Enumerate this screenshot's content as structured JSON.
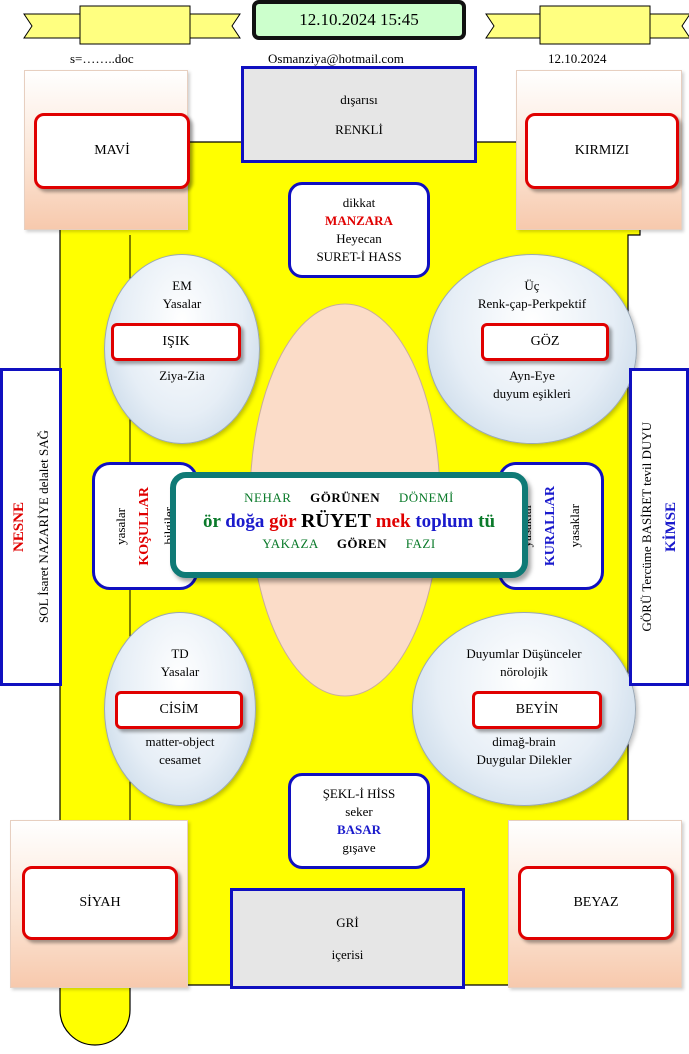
{
  "header": {
    "datetime": "12.10.2024 15:45",
    "filename": "s=……..doc",
    "email": "Osmanziya@hotmail.com",
    "date": "12.10.2024"
  },
  "corners": {
    "top_left": "MAVİ",
    "top_right": "KIRMIZI",
    "bottom_left": "SİYAH",
    "bottom_right": "BEYAZ"
  },
  "top_box": {
    "line1": "dışarısı",
    "line2": "RENKLİ"
  },
  "bottom_box": {
    "line1": "GRİ",
    "line2": "içerisi"
  },
  "top_center": {
    "line1": "dikkat",
    "line2": "MANZARA",
    "line3": "Heyecan",
    "line4": "SURET-İ HASS"
  },
  "bottom_center": {
    "line1": "ŞEKL-İ HİSS",
    "line2": "seker",
    "line3": "BASAR",
    "line4": "gışave"
  },
  "circles": {
    "top_left": {
      "line1": "EM",
      "line2": "Yasalar",
      "label": "IŞIK",
      "line3": "Ziya-Zia"
    },
    "top_right": {
      "line1": "Üç",
      "line2": "Renk-çap-Perkpektif",
      "label": "GÖZ",
      "line3": "Ayn-Eye",
      "line4": "duyum eşikleri"
    },
    "bottom_left": {
      "line1": "TD",
      "line2": "Yasalar",
      "label": "CİSİM",
      "line3": "matter-object",
      "line4": "cesamet"
    },
    "bottom_right": {
      "line1": "Duyumlar Düşünceler",
      "line2": "nörolojik",
      "label": "BEYİN",
      "line3": "dimağ-brain",
      "line4": "Duygular  Dilekler"
    }
  },
  "left_box": {
    "line1": "yasalar",
    "line2": "KOŞULLAR",
    "line3": "bilgiler"
  },
  "right_box": {
    "line1": "yasaklar",
    "line2": "KURALLAR",
    "line3": "yasaklar"
  },
  "center_box": {
    "row1": [
      "NEHAR",
      "GÖRÜNEN",
      "DÖNEMİ"
    ],
    "row2": [
      "ör",
      "doğa",
      "gör",
      "RÜYET",
      "mek",
      "toplum",
      "tü"
    ],
    "row3": [
      "YAKAZA",
      "GÖREN",
      "FAZI"
    ]
  },
  "side_left": {
    "title": "NESNE",
    "subtitle": "SOL İsaret NAZARİYE delalet SAĞ"
  },
  "side_right": {
    "title": "KİMSE",
    "subtitle": "GÖRÜ Tercüme BASİRET tevil DUYU"
  },
  "colors": {
    "yellow": "#ffff00",
    "red": "#e00000",
    "blue": "#1010c0",
    "teal": "#0f7a76",
    "green": "#0a7a2a"
  }
}
